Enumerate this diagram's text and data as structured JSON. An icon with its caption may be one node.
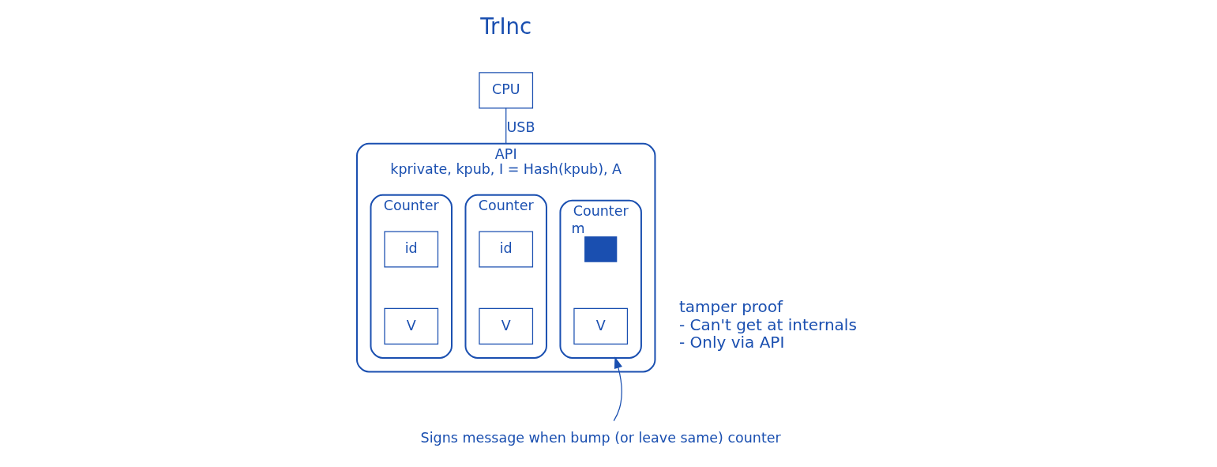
{
  "diagram": {
    "nodes": [
      {
        "text": [
          "CPU"
        ]
      },
      {
        "text": [
          "API",
          "kprivate, kpub, I = Hash(kpub), A"
        ],
        "beside": [
          "tamper proof",
          "- Can't get at internals",
          "- Only via API"
        ]
      },
      {
        "text": [
          "Counter"
        ],
        "in": 1
      },
      {
        "text": [],
        "shape": "box",
        "in": 2,
        "beside": [
          "m"
        ]
      },
      {
        "text": [
          "V"
        ],
        "in": 2
      },
      {
        "text": [
          "Counter"
        ],
        "in": 1
      },
      {
        "text": [
          "id"
        ],
        "in": 5
      },
      {
        "text": [
          "V"
        ],
        "in": 5
      },
      {
        "text": [
          "Counter"
        ],
        "in": 1
      },
      {
        "text": [
          "id"
        ],
        "in": 8
      },
      {
        "text": [
          "V"
        ],
        "in": 8
      },
      {
        "text": [
          "Signs message when bump (or leave same) counter"
        ]
      }
    ],
    "edges": [
      {
        "from": 0,
        "to": 1,
        "arrow": "none",
        "label": "USB"
      },
      {
        "from": 11,
        "to": 2,
        "arrow": "to"
      }
    ],
    "labels": [
      "TrInc"
    ]
  }
}
